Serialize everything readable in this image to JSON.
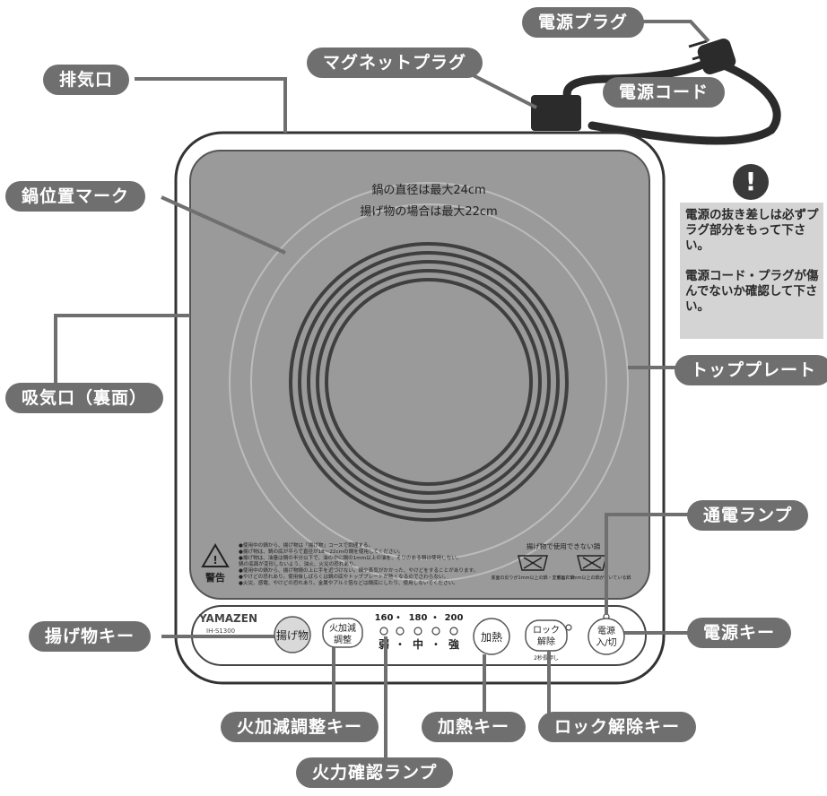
{
  "labels": {
    "power_plug": "電源プラグ",
    "magnet_plug": "マグネットプラグ",
    "exhaust": "排気口",
    "power_cord": "電源コード",
    "pot_mark": "鍋位置マーク",
    "intake": "吸気口（裏面）",
    "top_plate": "トッププレート",
    "power_lamp": "通電ランプ",
    "fry_key": "揚げ物キー",
    "power_key": "電源キー",
    "heat_adjust_key": "火加減調整キー",
    "heat_key": "加熱キー",
    "lock_release_key": "ロック解除キー",
    "heat_lamp": "火力確認ランプ"
  },
  "warning": {
    "symbol": "!",
    "text1": "電源の抜き差しは必ずプラグ部分をもって下さい。",
    "text2": "電源コード・プラグが傷んでないか確認して下さい。"
  },
  "plate": {
    "ring_outer_text": "鍋の直径は最大24cm",
    "ring_inner_text": "揚げ物の場合は最大22cm",
    "warning_label": "警告",
    "fine_print": [
      "●使用中の鍋から、揚げ物は「揚げ物」コースで調理する。",
      "●揚げ物は、鍋の底が平らで直径が18～22cmの鍋を使用してください。",
      "●揚げ物は、油量は鍋の半分以下で、油の中に鍋の1mm以上の油を、そりのある鍋は使用しない。",
      "  鍋の底面が変形しないよう、油火、火災の恐れあり。",
      "●使用中の鍋から、揚げ物鍋の上に手を近づけない。鍋や蒸気がかかった、やけどをすることがあります。",
      "●やけどの恐れあり。使用後しばらくは鍋の底やトッププレートが熱くなるのでさわらない。",
      "●火災、感電、やけどの恐れあり。金属やアルミ箔などは鍋底にしたり、使用しないでください。"
    ],
    "unusable_title": "揚げ物で使用できない鍋",
    "unusable_1": "底面の反りが1mm以上の鍋・変形した鍋",
    "unusable_2": "底面に1mm以上の鍋が付いている鍋"
  },
  "panel": {
    "brand": "YAMAZEN",
    "model": "IH-S1300",
    "fry_button": "揚げ物",
    "adjust_button_line1": "火加減",
    "adjust_button_line2": "調整",
    "temps": [
      "160",
      "180",
      "200"
    ],
    "levels": [
      "弱",
      "中",
      "強"
    ],
    "heat_button": "加熱",
    "lock_button_line1": "ロック",
    "lock_button_line2": "解除",
    "lock_note": "2秒長押し",
    "power_button_line1": "電源",
    "power_button_line2": "入/切"
  }
}
